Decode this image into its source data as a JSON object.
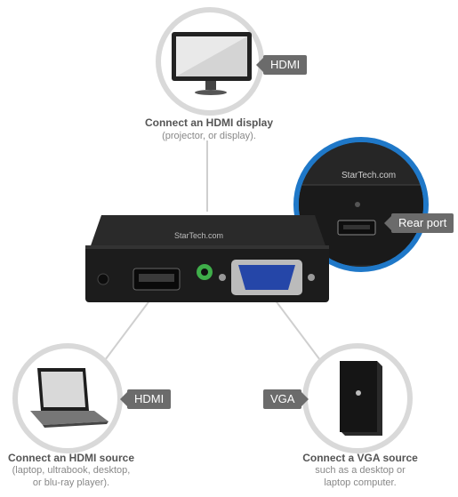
{
  "tags": {
    "hdmi_display": "HDMI",
    "rear_port": "Rear port",
    "hdmi_source": "HDMI",
    "vga": "VGA"
  },
  "captions": {
    "display": {
      "title": "Connect an HDMI display",
      "subtitle": "(projector, or display)."
    },
    "hdmi_source": {
      "title": "Connect an HDMI source",
      "subtitle_lines": [
        "(laptop, ultrabook, desktop,",
        "or blu-ray player)."
      ]
    },
    "vga_source": {
      "title": "Connect a VGA source",
      "subtitle_lines": [
        "such as a desktop or",
        "laptop computer."
      ]
    }
  },
  "device": {
    "brand": "StarTech.com"
  },
  "colors": {
    "ring": "#d9d9d9",
    "accent_ring": "#1f78c8",
    "tag_bg": "#6b6b6b",
    "device_body": "#1c1c1c",
    "vga_port": "#2546a8",
    "audio_port": "#3fae4a"
  },
  "icons": [
    "monitor-icon",
    "laptop-icon",
    "desktop-tower-icon",
    "hdmi-port-icon",
    "vga-port-icon",
    "audio-port-icon"
  ]
}
